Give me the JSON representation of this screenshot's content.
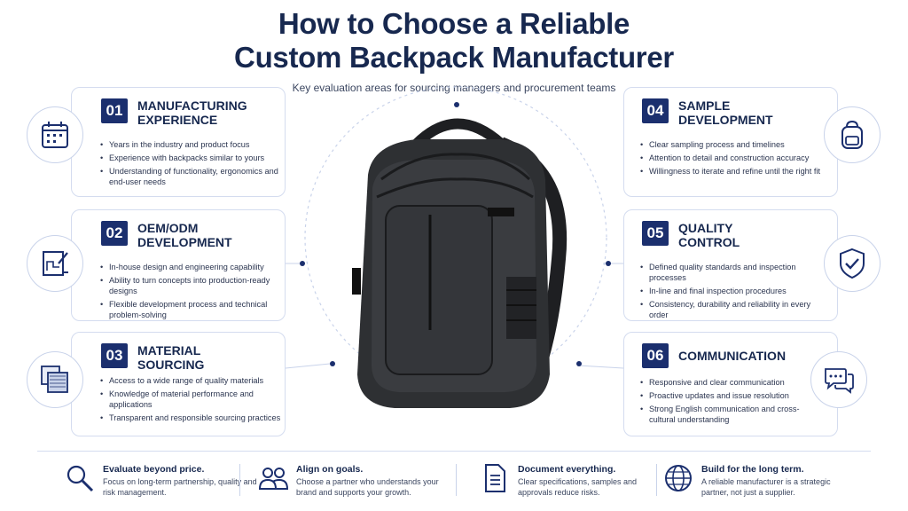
{
  "header": {
    "title_line1": "How to Choose a Reliable",
    "title_line2": "Custom Backpack Manufacturer",
    "subtitle": "Key evaluation areas for sourcing managers and procurement teams"
  },
  "cards": [
    {
      "number": "01",
      "title_line1": "MANUFACTURING",
      "title_line2": "EXPERIENCE",
      "icon": "calendar-icon",
      "bullets": [
        "Years in the industry and product focus",
        "Experience with backpacks similar to yours",
        "Understanding of functionality, ergonomics and end-user needs"
      ]
    },
    {
      "number": "02",
      "title_line1": "OEM/ODM",
      "title_line2": "DEVELOPMENT",
      "icon": "blueprint-icon",
      "bullets": [
        "In-house design and engineering capability",
        "Ability to turn concepts into production-ready designs",
        "Flexible development process and technical problem-solving"
      ]
    },
    {
      "number": "03",
      "title_line1": "MATERIAL",
      "title_line2": "SOURCING",
      "icon": "fabric-swatch-icon",
      "bullets": [
        "Access to a wide range of quality materials",
        "Knowledge of material performance and applications",
        "Transparent and responsible sourcing practices"
      ]
    },
    {
      "number": "04",
      "title_line1": "SAMPLE",
      "title_line2": "DEVELOPMENT",
      "icon": "backpack-icon",
      "bullets": [
        "Clear sampling process and timelines",
        "Attention to detail and construction accuracy",
        "Willingness to iterate and refine until the right fit"
      ]
    },
    {
      "number": "05",
      "title_line1": "QUALITY",
      "title_line2": "CONTROL",
      "icon": "shield-check-icon",
      "bullets": [
        "Defined quality standards and inspection processes",
        "In-line and final inspection procedures",
        "Consistency, durability and reliability in every order"
      ]
    },
    {
      "number": "06",
      "title_line1": "COMMUNICATION",
      "title_line2": "",
      "icon": "chat-bubbles-icon",
      "bullets": [
        "Responsive and clear communication",
        "Proactive updates and issue resolution",
        "Strong English communication and cross-cultural understanding"
      ]
    }
  ],
  "footer": [
    {
      "heading": "Evaluate beyond price.",
      "text": "Focus on long-term partnership, quality and risk management.",
      "icon": "magnifier-icon"
    },
    {
      "heading": "Align on goals.",
      "text": "Choose a partner who understands your brand and supports your growth.",
      "icon": "people-icon"
    },
    {
      "heading": "Document everything.",
      "text": "Clear specifications, samples and approvals reduce risks.",
      "icon": "document-icon"
    },
    {
      "heading": "Build for the long term.",
      "text": "A reliable manufacturer is a strategic partner, not just a supplier.",
      "icon": "globe-icon"
    }
  ],
  "colors": {
    "navy": "#1b2f6e",
    "title": "#17284f",
    "border": "#d4dcef",
    "backpack": "#2e3033"
  }
}
